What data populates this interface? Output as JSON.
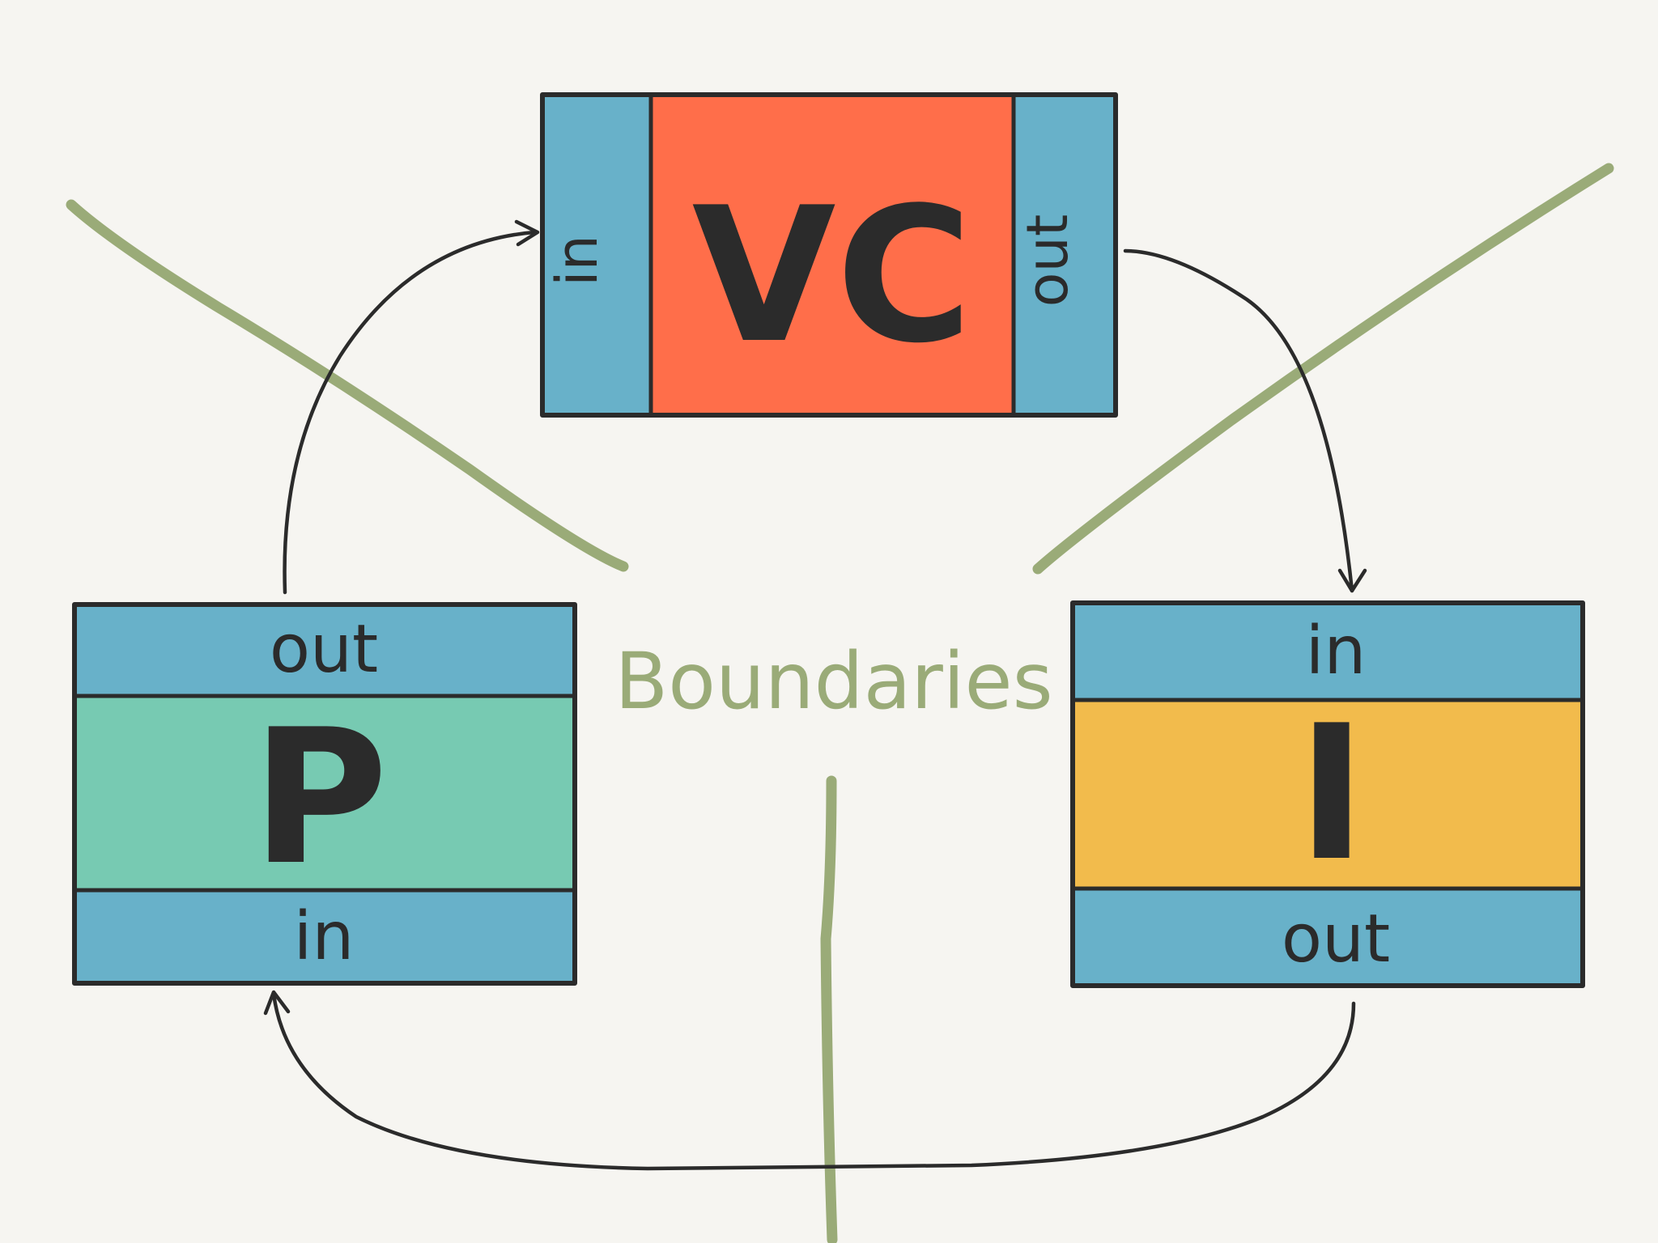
{
  "colors": {
    "background": "#f6f5f1",
    "port": "#68b1c9",
    "vc": "#ff6e4a",
    "presenter": "#77cab2",
    "interactor": "#f2bb4c",
    "boundary": "#9aab78",
    "ink": "#2b2b2b"
  },
  "nodes": {
    "vc": {
      "letter": "VC",
      "in_label": "in",
      "out_label": "out"
    },
    "presenter": {
      "letter": "P",
      "in_label": "in",
      "out_label": "out"
    },
    "interactor": {
      "letter": "I",
      "in_label": "in",
      "out_label": "out"
    }
  },
  "boundary_label": "Boundaries",
  "edges": [
    {
      "from": "vc.out",
      "to": "interactor.in"
    },
    {
      "from": "interactor.out",
      "to": "presenter.in"
    },
    {
      "from": "presenter.out",
      "to": "vc.in"
    }
  ]
}
